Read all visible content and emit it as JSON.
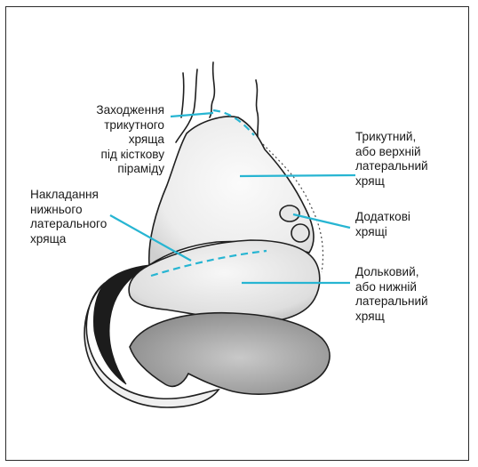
{
  "labels": {
    "triangular_entry": "Заходження\nтрикутного хряща\nпід кісткову піраміду",
    "overlap_lower": "Накладання\nнижнього\nлатерального\nхряща",
    "triangular_upper": "Трикутний,\nабо верхній\nлатеральний\nхрящ",
    "accessory": "Додаткові\nхрящі",
    "lobular_lower": "Дольковий,\nабо нижній\nлатеральний\nхрящ"
  },
  "colors": {
    "leader_line": "#27b5d2",
    "outline": "#1f1f1f",
    "frame": "#2b2b2b"
  }
}
